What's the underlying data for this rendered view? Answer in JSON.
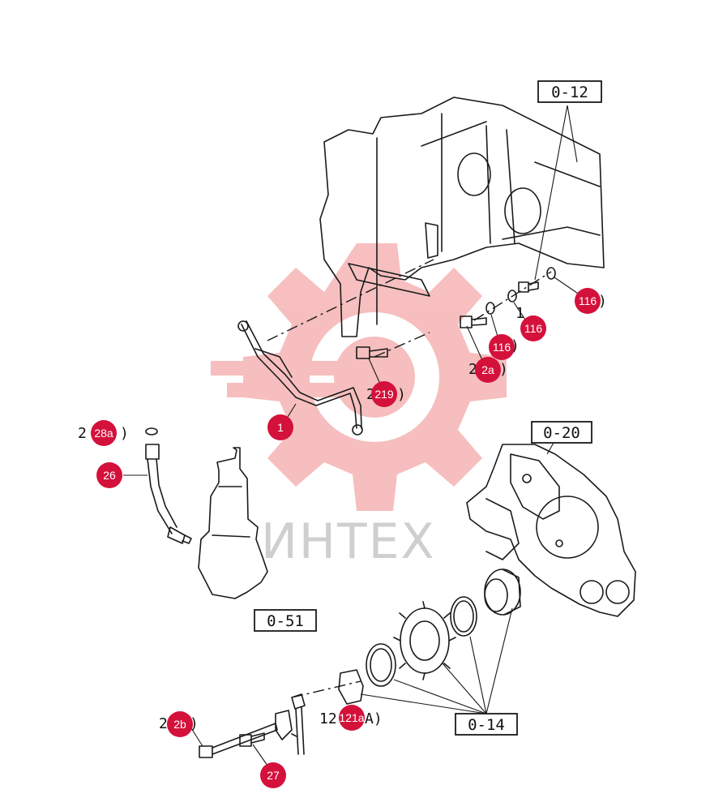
{
  "watermark": {
    "text": "ИНТЕХ",
    "color": "#f08a8a"
  },
  "badge_color": "#d4113b",
  "ref_boxes": [
    {
      "id": "ref-0-12",
      "label": "0-12"
    },
    {
      "id": "ref-0-20",
      "label": "0-20"
    },
    {
      "id": "ref-0-51",
      "label": "0-51"
    },
    {
      "id": "ref-0-14",
      "label": "0-14"
    }
  ],
  "badges": [
    {
      "label": "1"
    },
    {
      "label": "2a"
    },
    {
      "label": "2b"
    },
    {
      "label": "116"
    },
    {
      "label": "116"
    },
    {
      "label": "116"
    },
    {
      "label": "219"
    },
    {
      "label": "26"
    },
    {
      "label": "27"
    },
    {
      "label": "28a"
    },
    {
      "label": "121a"
    }
  ],
  "partial_text": {
    "t116_right": ")",
    "t116_mid": "1",
    "t116_low": ")",
    "t2a": "2",
    "t2a_tail": ")",
    "t219": "2",
    "t219_tail": ")",
    "t28a": "2",
    "t28a_tail": ")",
    "t2b": "2",
    "t2b_tail": ")",
    "t121a": "12",
    "t121a_tail": "A)"
  }
}
